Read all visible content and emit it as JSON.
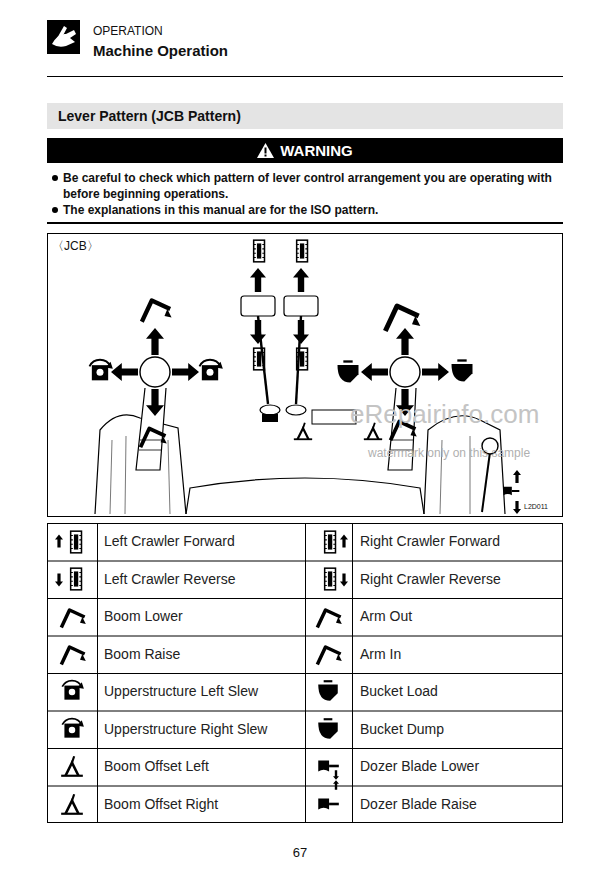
{
  "diagram": {
    "title": "Machine Operation",
    "nodes": [
      {
        "text": [
          "Lever Pattern (JCB Pattern)"
        ]
      },
      {
        "text": [
          "WARNING"
        ]
      }
    ],
    "labels": [
      "OPERATION",
      "Be careful to check which pattern of lever control arrangement you are operating with before beginning operations.",
      "The explanations in this manual are for the ISO pattern.",
      "〈JCB〉",
      "L2D011",
      "eRepairinfo.com",
      "watermark only on this sample",
      "Left Crawler Forward",
      "Right Crawler Forward",
      "Left Crawler Reverse",
      "Right Crawler Reverse",
      "Boom Lower",
      "Arm Out",
      "Boom Raise",
      "Arm In",
      "Upperstructure Left Slew",
      "Bucket Load",
      "Upperstructure Right Slew",
      "Bucket Dump",
      "Boom Offset Left",
      "Dozer Blade Lower",
      "Boom Offset Right",
      "Dozer Blade Raise",
      "67"
    ]
  }
}
